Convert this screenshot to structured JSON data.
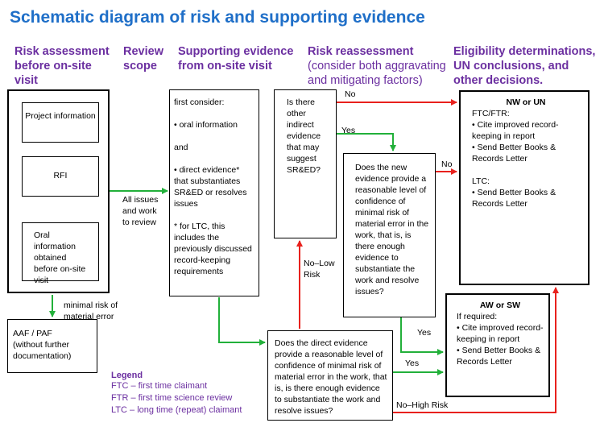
{
  "title": "Schematic diagram of risk and supporting evidence",
  "columns": {
    "risk_assessment": "Risk assessment\nbefore on-site\nvisit",
    "review_scope": "Review\nscope",
    "supporting_evidence": "Supporting evidence\nfrom on-site visit",
    "risk_reassessment": "Risk reassessment",
    "risk_reassessment_sub": "(consider both aggravating\nand mitigating factors)",
    "eligibility": "Eligibility determinations,\nUN conclusions, and\nother decisions."
  },
  "boxes": {
    "project_info": "Project\ninformation",
    "rfi": "RFI",
    "oral_info": "Oral\ninformation\nobtained\nbefore on-site\nvisit",
    "aaf_paf": "AAF / PAF\n(without further\ndocumentation)",
    "supporting": "first consider:\n\n• oral information\n\nand\n\n• direct evidence* that substantiates SR&ED or resolves issues\n\n* for LTC, this includes the previously discussed record-keeping requirements",
    "indirect": "Is there\nother\nindirect\nevidence\nthat may\nsuggest\nSR&ED?",
    "new_evidence": "Does the new evidence provide a reasonable level of confidence of minimal risk of material error in the work, that is, is there enough evidence to substantiate the work and resolve issues?",
    "direct_evidence": "Does the direct evidence provide a reasonable level of confidence of minimal risk of material error in the work, that is, is there enough evidence to substantiate the work and resolve issues?",
    "nw_un_title": "NW or UN",
    "nw_un_body": "FTC/FTR:\n• Cite improved record-keeping in report\n• Send  Better Books & Records Letter\n\nLTC:\n• Send Better Books & Records Letter",
    "aw_sw_title": "AW or SW",
    "aw_sw_body": "If required:\n• Cite improved record-keeping in report\n• Send  Better Books & Records Letter"
  },
  "labels": {
    "all_issues": "All issues\nand  work\nto review",
    "minimal_risk": "minimal risk of\nmaterial error",
    "no_top": "No",
    "yes_top": "Yes",
    "no_right": "No",
    "no_low_risk": "No–Low\nRisk",
    "yes_1": "Yes",
    "yes_2": "Yes",
    "no_high_risk": "No–High Risk"
  },
  "legend": {
    "title": "Legend",
    "items": [
      "FTC – first time claimant",
      "FTR – first time science review",
      "LTC – long time (repeat) claimant"
    ]
  },
  "colors": {
    "title": "#1f6fc8",
    "heading": "#6b2fa0",
    "green": "#22b03a",
    "red": "#e8211d"
  }
}
